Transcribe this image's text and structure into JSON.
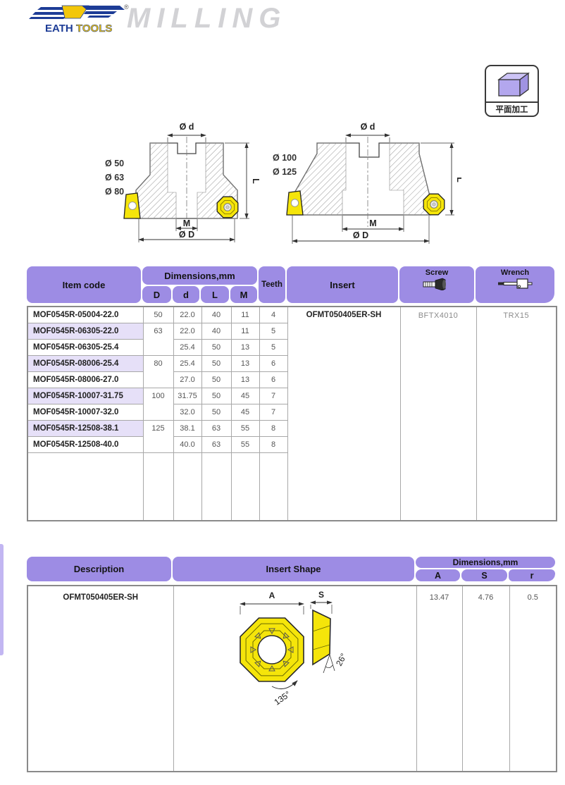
{
  "brand": {
    "logo_line1": "EATH",
    "logo_line2": "TOOLS",
    "registered_mark": "®",
    "product_line": "MILLING"
  },
  "capability_icon": {
    "label": "平面加工"
  },
  "diagrams": {
    "left": {
      "diameters": [
        "Ø 50",
        "Ø 63",
        "Ø 80"
      ],
      "dim_top": "Ø d",
      "dim_right": "L",
      "dim_mid": "M",
      "dim_bottom": "Ø D"
    },
    "right": {
      "diameters": [
        "Ø 100",
        "Ø 125"
      ],
      "dim_top": "Ø d",
      "dim_right": "L",
      "dim_mid": "M",
      "dim_bottom": "Ø D"
    }
  },
  "main_table": {
    "header": {
      "item_code": "Item code",
      "dimensions": "Dimensions,mm",
      "dim_cols": [
        "D",
        "d",
        "L",
        "M"
      ],
      "teeth": "Teeth",
      "insert": "Insert",
      "screw": "Screw",
      "wrench": "Wrench"
    },
    "insert_value": "OFMT050405ER-SH",
    "screw_value": "BFTX4010",
    "wrench_value": "TRX15",
    "rows": [
      {
        "code": "MOF0545R-05004-22.0",
        "D": "50",
        "dspan": 1,
        "d": "22.0",
        "L": "40",
        "M": "11",
        "teeth": "4",
        "hl": false
      },
      {
        "code": "MOF0545R-06305-22.0",
        "D": "63",
        "dspan": 2,
        "d": "22.0",
        "L": "40",
        "M": "11",
        "teeth": "5",
        "hl": true
      },
      {
        "code": "MOF0545R-06305-25.4",
        "D": null,
        "d": "25.4",
        "L": "50",
        "M": "13",
        "teeth": "5",
        "hl": false
      },
      {
        "code": "MOF0545R-08006-25.4",
        "D": "80",
        "dspan": 2,
        "d": "25.4",
        "L": "50",
        "M": "13",
        "teeth": "6",
        "hl": true
      },
      {
        "code": "MOF0545R-08006-27.0",
        "D": null,
        "d": "27.0",
        "L": "50",
        "M": "13",
        "teeth": "6",
        "hl": false
      },
      {
        "code": "MOF0545R-10007-31.75",
        "D": "100",
        "dspan": 2,
        "d": "31.75",
        "L": "50",
        "M": "45",
        "teeth": "7",
        "hl": true
      },
      {
        "code": "MOF0545R-10007-32.0",
        "D": null,
        "d": "32.0",
        "L": "50",
        "M": "45",
        "teeth": "7",
        "hl": false
      },
      {
        "code": "MOF0545R-12508-38.1",
        "D": "125",
        "dspan": 2,
        "d": "38.1",
        "L": "63",
        "M": "55",
        "teeth": "8",
        "hl": true
      },
      {
        "code": "MOF0545R-12508-40.0",
        "D": null,
        "d": "40.0",
        "L": "63",
        "M": "55",
        "teeth": "8",
        "hl": false
      }
    ]
  },
  "insert_table": {
    "header": {
      "description": "Description",
      "insert_shape": "Insert Shape",
      "dimensions": "Dimensions,mm",
      "cols": [
        "A",
        "S",
        "r"
      ]
    },
    "row": {
      "description": "OFMT050405ER-SH",
      "A": "13.47",
      "S": "4.76",
      "r": "0.5"
    },
    "shape_annotations": {
      "width": "A",
      "thickness": "S",
      "angle_bottom": "135°",
      "angle_side": "26°"
    }
  },
  "colors": {
    "header_purple": "#9d8ce4",
    "row_highlight": "#e6e0f8",
    "insert_yellow": "#f5e50a",
    "cube_purple": "#b3a7ee",
    "milling_gray": "#d2d2d5",
    "logo_blue": "#1d3c96",
    "logo_yellow": "#f3c70a"
  }
}
